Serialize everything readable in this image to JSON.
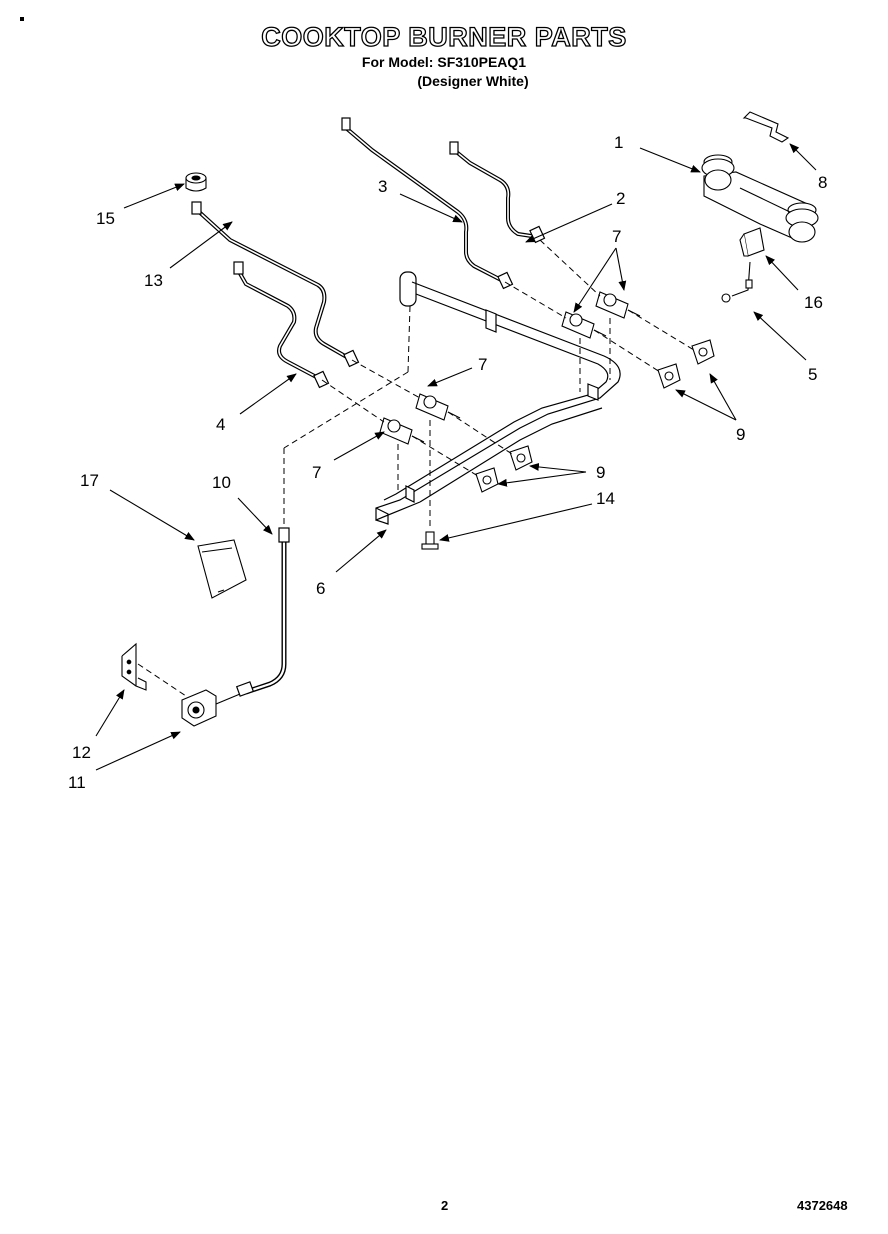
{
  "header": {
    "title": "COOKTOP BURNER PARTS",
    "model_label": "For Model:",
    "model": "SF310PEAQ1",
    "variant": "(Designer White)"
  },
  "callouts": {
    "c1": "1",
    "c2": "2",
    "c3": "3",
    "c4": "4",
    "c5": "5",
    "c6": "6",
    "c7a": "7",
    "c7b": "7",
    "c7c": "7",
    "c8": "8",
    "c9a": "9",
    "c9b": "9",
    "c10": "10",
    "c11": "11",
    "c12": "12",
    "c13": "13",
    "c14": "14",
    "c15": "15",
    "c16": "16",
    "c17": "17"
  },
  "footer": {
    "page_number": "2",
    "document_number": "4372648"
  }
}
